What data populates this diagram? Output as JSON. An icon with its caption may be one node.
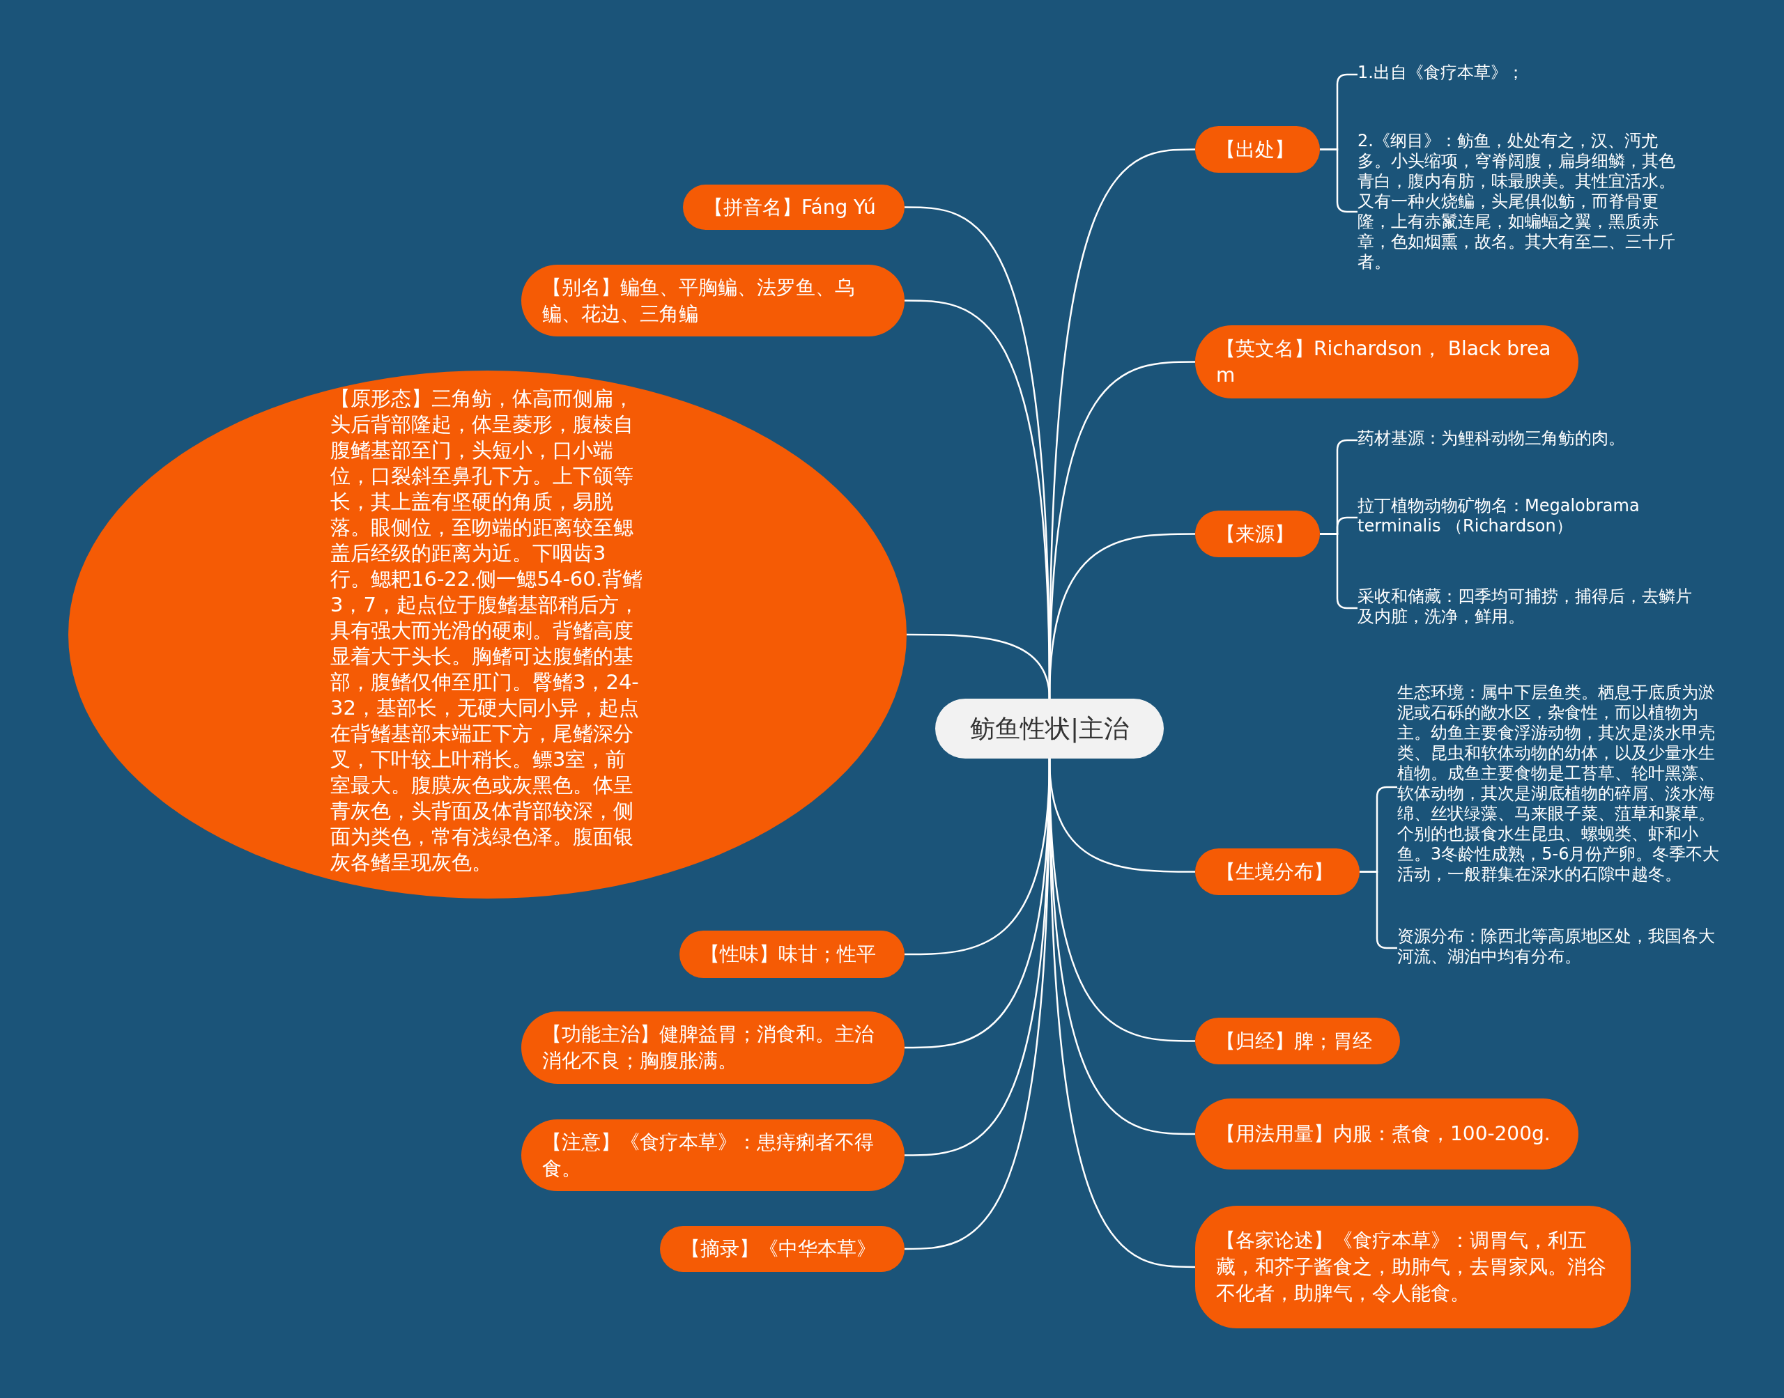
{
  "diagram": {
    "nodes": [
      {
        "text": [
          "鲂鱼性状|主治"
        ]
      },
      {
        "text": [
          "【拼音名】Fáng Yú"
        ]
      },
      {
        "text": [
          "【别名】鳊鱼、平胸鳊、法罗鱼、乌鳊、花边、三角鳊"
        ]
      },
      {
        "text": [
          "【原形态】三角鲂，体高而侧扁，头后背部隆起，体呈菱形，腹棱自腹鳍基部至门，头短小，口小端位，口裂斜至鼻孔下方。上下颌等长，其上盖有坚硬的角质，易脱落。眼侧位，至吻端的距离较至鳃盖后经级的距离为近。下咽齿3行。鳃耙16-22.侧一鳃54-60.背鳍3，7，起点位于腹鳍基部稍后方，具有强大而光滑的硬刺。背鳍高度显着大于头长。胸鳍可达腹鳍的基部，腹鳍仅伸至肛门。臀鳍3，24-32，基部长，无硬大同小异，起点在背鳍基部末端正下方，尾鳍深分叉，下叶较上叶稍长。鳔3室，前室最大。腹膜灰色或灰黑色。体呈青灰色，头背面及体背部较深，侧面为类色，常有浅绿色泽。腹面银灰各鳍呈现灰色。"
        ]
      },
      {
        "text": [
          "【性味】味甘；性平"
        ]
      },
      {
        "text": [
          "【功能主治】健脾益胃；消食和。主治消化不良；胸腹胀满。"
        ]
      },
      {
        "text": [
          "【注意】《食疗本草》：患痔痢者不得食。"
        ]
      },
      {
        "text": [
          "【摘录】《中华本草》"
        ]
      },
      {
        "text": [
          "【出处】"
        ]
      },
      {
        "text": [
          "1.出自《食疗本草》；"
        ]
      },
      {
        "text": [
          "2.《纲目》：鲂鱼，处处有之，汉、沔尤多。小头缩项，穹脊阔腹，扁身细鳞，其色青白，腹内有肪，味最腴美。其性宜活水。又有一种火烧鳊，头尾俱似鲂，而脊骨更隆，上有赤鬣连尾，如蝙蝠之翼，黑质赤章，色如烟熏，故名。其大有至二、三十斤者。"
        ]
      },
      {
        "text": [
          "【英文名】Richardson， Black bream"
        ]
      },
      {
        "text": [
          "【来源】"
        ]
      },
      {
        "text": [
          "药材基源：为鲤科动物三角鲂的肉。"
        ]
      },
      {
        "text": [
          "拉丁植物动物矿物名：Megalobrama terminalis （Richardson）"
        ]
      },
      {
        "text": [
          "采收和储藏：四季均可捕捞，捕得后，去鳞片及内脏，洗净，鲜用。"
        ]
      },
      {
        "text": [
          "【生境分布】"
        ]
      },
      {
        "text": [
          "生态环境：属中下层鱼类。栖息于底质为淤泥或石砾的敞水区，杂食性，而以植物为主。幼鱼主要食浮游动物，其次是淡水甲壳类、昆虫和软体动物的幼体，以及少量水生植物。成鱼主要食物是工苔草、轮叶黑藻、软体动物，其次是湖底植物的碎屑、淡水海绵、丝状绿藻、马来眼子菜、菹草和聚草。个别的也摄食水生昆虫、螺蚬类、虾和小鱼。3冬龄性成熟，5-6月份产卵。冬季不大活动，一般群集在深水的石隙中越冬。"
        ]
      },
      {
        "text": [
          "资源分布：除西北等高原地区处，我国各大河流、湖泊中均有分布。"
        ]
      },
      {
        "text": [
          "【归经】脾；胃经"
        ]
      },
      {
        "text": [
          "【用法用量】内服：煮食，100-200g."
        ]
      },
      {
        "text": [
          "【各家论述】《食疗本草》：调胃气，利五藏，和芥子酱食之，助肺气，去胃家风。消谷不化者，助脾气，令人能食。"
        ]
      }
    ],
    "edges": [
      {
        "from": 0,
        "to": 1,
        "arrow": "none"
      },
      {
        "from": 0,
        "to": 2,
        "arrow": "none"
      },
      {
        "from": 0,
        "to": 3,
        "arrow": "none"
      },
      {
        "from": 0,
        "to": 4,
        "arrow": "none"
      },
      {
        "from": 0,
        "to": 5,
        "arrow": "none"
      },
      {
        "from": 0,
        "to": 6,
        "arrow": "none"
      },
      {
        "from": 0,
        "to": 7,
        "arrow": "none"
      },
      {
        "from": 0,
        "to": 8,
        "arrow": "none"
      },
      {
        "from": 0,
        "to": 11,
        "arrow": "none"
      },
      {
        "from": 0,
        "to": 12,
        "arrow": "none"
      },
      {
        "from": 0,
        "to": 16,
        "arrow": "none"
      },
      {
        "from": 0,
        "to": 19,
        "arrow": "none"
      },
      {
        "from": 0,
        "to": 20,
        "arrow": "none"
      },
      {
        "from": 0,
        "to": 21,
        "arrow": "none"
      },
      {
        "from": 8,
        "to": 9,
        "arrow": "none"
      },
      {
        "from": 8,
        "to": 10,
        "arrow": "none"
      },
      {
        "from": 12,
        "to": 13,
        "arrow": "none"
      },
      {
        "from": 12,
        "to": 14,
        "arrow": "none"
      },
      {
        "from": 12,
        "to": 15,
        "arrow": "none"
      },
      {
        "from": 16,
        "to": 17,
        "arrow": "none"
      },
      {
        "from": 16,
        "to": 18,
        "arrow": "none"
      }
    ]
  }
}
